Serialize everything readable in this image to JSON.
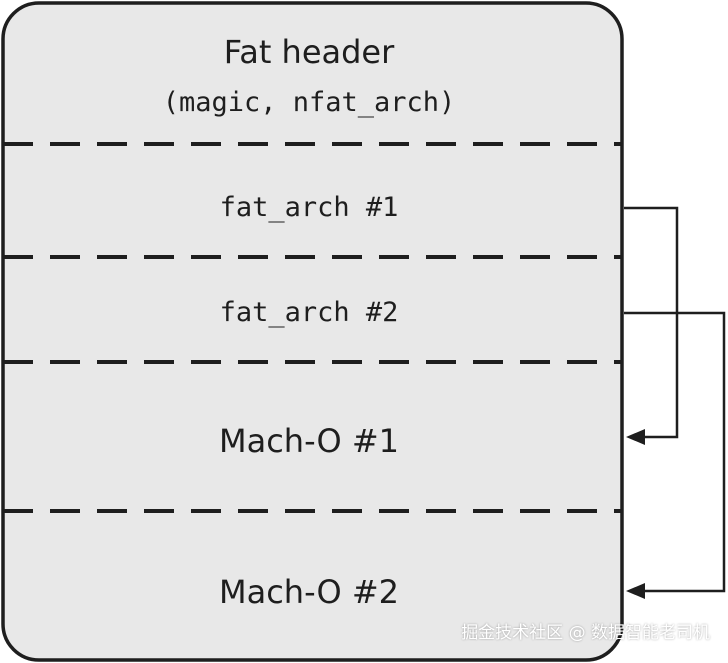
{
  "diagram": {
    "sections": [
      {
        "id": "fat-header",
        "title": "Fat header",
        "subtitle": "(magic, nfat_arch)"
      },
      {
        "id": "fat-arch-1",
        "title": "fat_arch #1"
      },
      {
        "id": "fat-arch-2",
        "title": "fat_arch #2"
      },
      {
        "id": "mach-o-1",
        "title": "Mach-O #1"
      },
      {
        "id": "mach-o-2",
        "title": "Mach-O #2"
      }
    ],
    "arrows": [
      {
        "from": "fat_arch #1",
        "to": "Mach-O #1"
      },
      {
        "from": "fat_arch #2",
        "to": "Mach-O #2"
      }
    ]
  },
  "watermark": "掘金技术社区 @ 数据智能老司机",
  "colors": {
    "box_fill": "#e8e8e8",
    "stroke": "#1e1e1e"
  }
}
